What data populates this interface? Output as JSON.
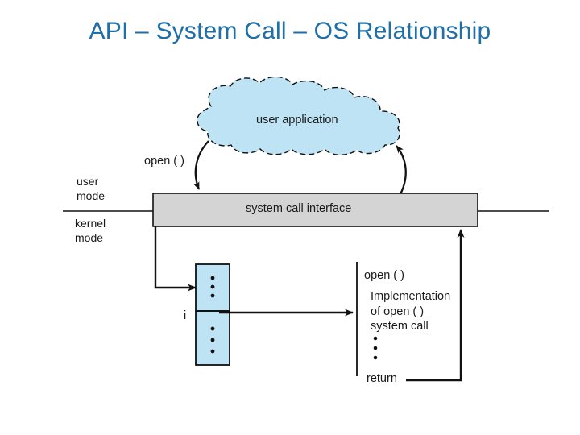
{
  "slide": {
    "title": "API – System Call – OS Relationship",
    "title_color": "#1F6FA8",
    "background_color": "#FFFFFF"
  },
  "figure": {
    "cloud": {
      "label": "user application",
      "fill_color": "#BDE3F4",
      "border_style": "dashed"
    },
    "call_label": "open ( )",
    "mode_labels": {
      "user": "user\nmode",
      "kernel": "kernel\nmode"
    },
    "interface_bar": {
      "label": "system call interface",
      "fill_color": "#D4D4D4",
      "border_color": "#1a1a1a"
    },
    "table": {
      "index_label": "i",
      "fill_color": "#BDE3F4",
      "border_color": "#1a1a1a",
      "dots_above": 3,
      "dots_below": 3
    },
    "implementation": {
      "call_label": "open ( )",
      "body_line_1": "Implementation",
      "body_line_2": "of open ( )",
      "body_line_3": "system call",
      "dots": 3,
      "return_label": "return"
    }
  }
}
